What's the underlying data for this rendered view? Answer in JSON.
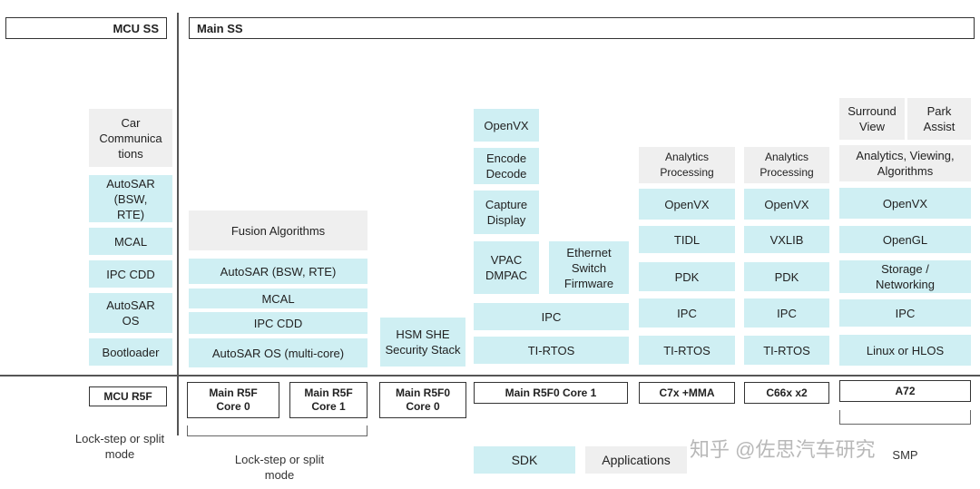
{
  "headers": {
    "mcu": "MCU SS",
    "main": "Main SS"
  },
  "mcu_stack": {
    "car_comm": "Car\nCommunica\ntions",
    "autosar_bsw_rte": "AutoSAR\n(BSW,\nRTE)",
    "mcal": "MCAL",
    "ipc_cdd": "IPC CDD",
    "autosar_os": "AutoSAR\nOS",
    "bootloader": "Bootloader"
  },
  "r5f_stack": {
    "fusion": "Fusion Algorithms",
    "autosar_bsw_rte": "AutoSAR (BSW, RTE)",
    "mcal": "MCAL",
    "ipc_cdd": "IPC CDD",
    "autosar_os": "AutoSAR OS (multi-core)"
  },
  "hsm": {
    "label": "HSM SHE\nSecurity Stack"
  },
  "r5f0c1_stack": {
    "openvx": "OpenVX",
    "encode_decode": "Encode\nDecode",
    "capture_display": "Capture\nDisplay",
    "vpac_dmpac": "VPAC\nDMPAC",
    "ethernet": "Ethernet\nSwitch\nFirmware",
    "ipc": "IPC",
    "tirtos": "TI-RTOS"
  },
  "c7x_stack": {
    "analytics": "Analytics\nProcessing",
    "openvx": "OpenVX",
    "tidl": "TIDL",
    "pdk": "PDK",
    "ipc": "IPC",
    "tirtos": "TI-RTOS"
  },
  "c66_stack": {
    "analytics": "Analytics\nProcessing",
    "openvx": "OpenVX",
    "vxlib": "VXLIB",
    "pdk": "PDK",
    "ipc": "IPC",
    "tirtos": "TI-RTOS"
  },
  "a72_stack": {
    "surround": "Surround\nView",
    "park": "Park\nAssist",
    "analytics": "Analytics, Viewing,\nAlgorithms",
    "openvx": "OpenVX",
    "opengl": "OpenGL",
    "storage": "Storage /\nNetworking",
    "ipc": "IPC",
    "linux": "Linux or HLOS"
  },
  "cores": {
    "mcu_r5f": "MCU R5F",
    "main_r5f_c0": "Main R5F\nCore 0",
    "main_r5f_c1": "Main R5F\nCore 1",
    "main_r5f0_c0": "Main R5F0\nCore 0",
    "main_r5f0_c1": "Main R5F0 Core 1",
    "c7x": "C7x +MMA",
    "c66": "C66x x2",
    "a72": "A72"
  },
  "notes": {
    "mcu_lockstep": "Lock-step or split\nmode",
    "main_lockstep": "Lock-step or split\nmode",
    "smp": "SMP"
  },
  "legend": {
    "sdk": "SDK",
    "applications": "Applications"
  },
  "watermark": "知乎 @佐思汽车研究",
  "colors": {
    "sdk_blue": "#cfeff3",
    "app_gray": "#efefef",
    "line": "#333333"
  }
}
